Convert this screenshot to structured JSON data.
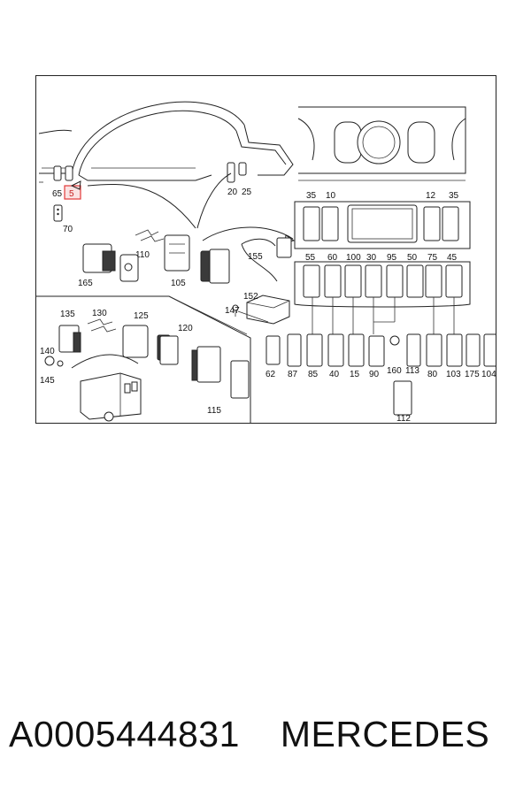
{
  "diagram": {
    "highlight_color": "#e23a3a",
    "callouts": {
      "c65": "65",
      "c5": "5",
      "c70": "70",
      "c20": "20",
      "c25": "25",
      "c110": "110",
      "c165": "165",
      "c105": "105",
      "c155": "155",
      "c152": "152",
      "c147": "147",
      "c135": "135",
      "c130": "130",
      "c125": "125",
      "c120": "120",
      "c140": "140",
      "c145": "145",
      "c115": "115",
      "c35a": "35",
      "c10": "10",
      "c12": "12",
      "c35b": "35",
      "c55": "55",
      "c60": "60",
      "c100": "100",
      "c30": "30",
      "c95": "95",
      "c50": "50",
      "c75": "75",
      "c45": "45",
      "c62": "62",
      "c87": "87",
      "c85": "85",
      "c40": "40",
      "c15": "15",
      "c90": "90",
      "c160": "160",
      "c113": "113",
      "c80": "80",
      "c103": "103",
      "c175": "175",
      "c104": "104",
      "c112": "112"
    }
  },
  "caption": {
    "part_number": "A0005444831",
    "brand": "MERCEDES"
  }
}
